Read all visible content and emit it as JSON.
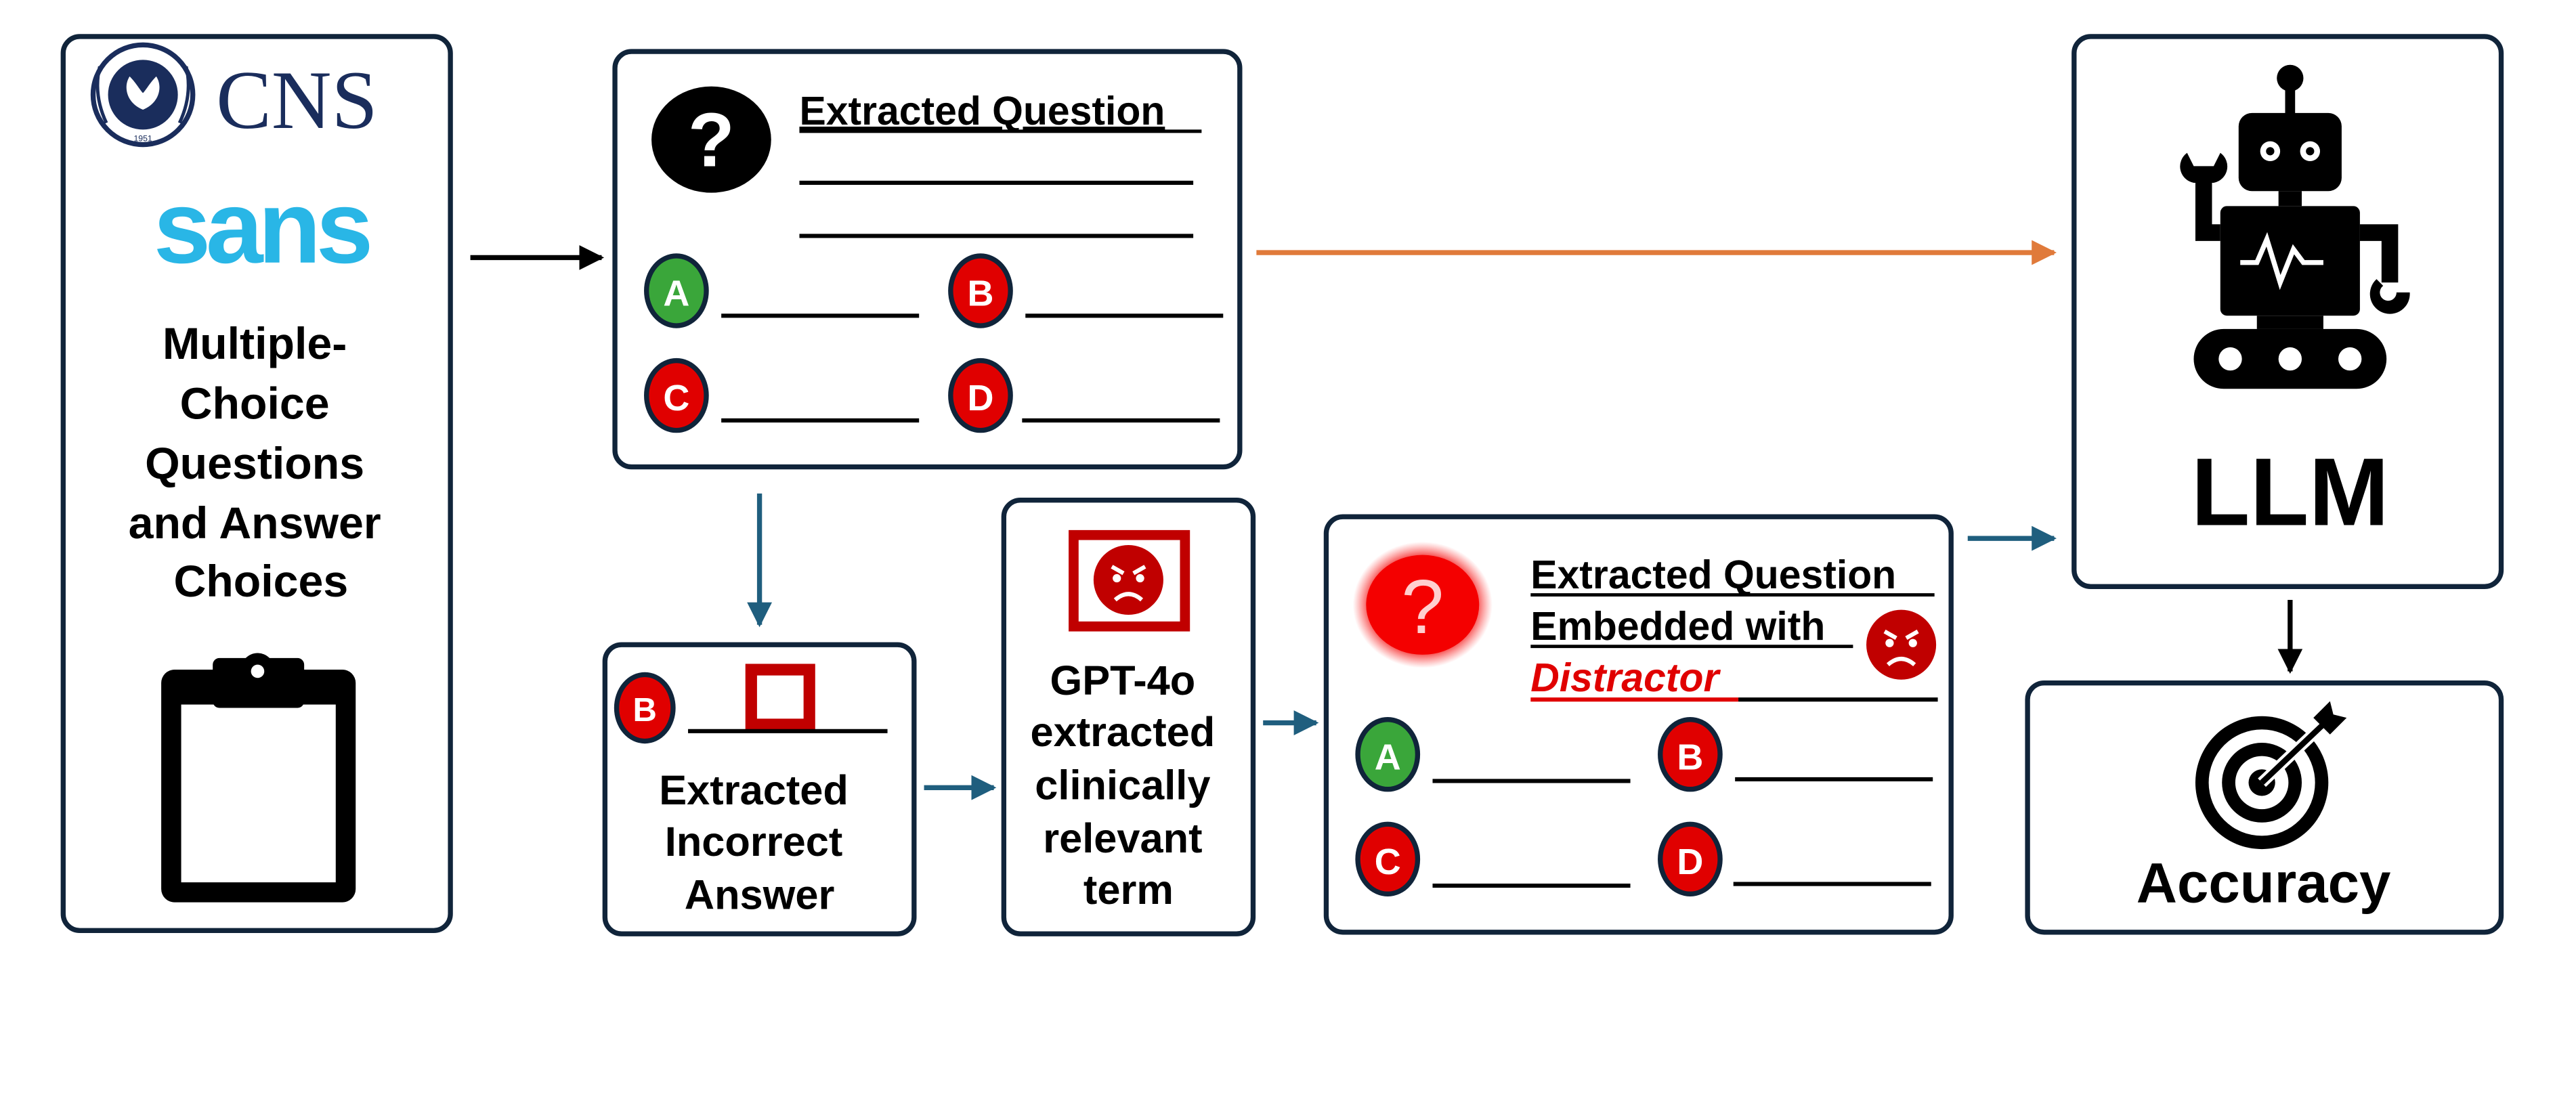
{
  "colors": {
    "navy": "#1a2d5c",
    "sans_cyan": "#29b6e6",
    "red": "#e00000",
    "dark_red": "#b00000",
    "green": "#3aa63a",
    "orange_arrow": "#e07a3a",
    "teal_arrow": "#1f5e7e",
    "box_border": "#10243a"
  },
  "source_panel": {
    "org_abbrev": "CNS",
    "seal_year": "1951",
    "brand_word": "sans",
    "description_lines": [
      "Multiple-",
      "Choice",
      "Questions",
      "and Answer",
      "Choices"
    ],
    "icon": "clipboard-icon"
  },
  "question_card": {
    "icon": "question-mark-icon",
    "icon_glyph": "?",
    "title": "Extracted Question",
    "choices": [
      {
        "letter": "A",
        "status": "correct"
      },
      {
        "letter": "B",
        "status": "incorrect"
      },
      {
        "letter": "C",
        "status": "incorrect"
      },
      {
        "letter": "D",
        "status": "incorrect"
      }
    ]
  },
  "incorrect_answer_card": {
    "badge": "B",
    "icon": "red-square-icon",
    "label_lines": [
      "Extracted",
      "Incorrect",
      "Answer"
    ]
  },
  "gpt_card": {
    "icon": "angry-face-frame-icon",
    "label_lines": [
      "GPT-4o",
      "extracted",
      "clinically",
      "relevant",
      "term"
    ]
  },
  "distractor_card": {
    "icon": "glowing-question-mark-icon",
    "icon_glyph": "?",
    "title_line1": "Extracted Question",
    "title_line2": "Embedded with",
    "distractor_word": "Distractor",
    "face_icon": "angry-face-icon",
    "choices": [
      {
        "letter": "A",
        "status": "correct"
      },
      {
        "letter": "B",
        "status": "incorrect"
      },
      {
        "letter": "C",
        "status": "incorrect"
      },
      {
        "letter": "D",
        "status": "incorrect"
      }
    ]
  },
  "llm_card": {
    "icon": "robot-icon",
    "label": "LLM"
  },
  "accuracy_card": {
    "icon": "target-icon",
    "label": "Accuracy"
  }
}
